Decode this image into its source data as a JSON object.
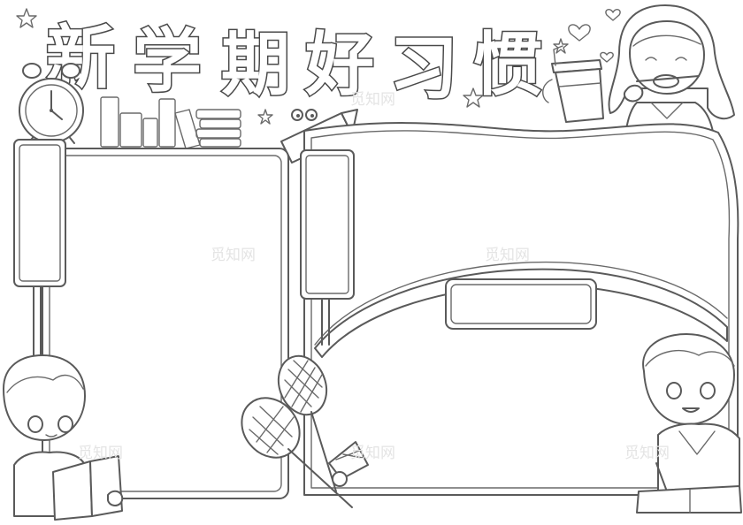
{
  "title": {
    "chars": [
      "新",
      "学",
      "期",
      "好",
      "习",
      "惯"
    ]
  },
  "watermark": "觅知网",
  "colors": {
    "line": "#5a5a5a",
    "paper": "#ffffff",
    "watermark": "#e4e4e4"
  },
  "decorations": {
    "icons": [
      "alarm-clock-icon",
      "book-stack-icon",
      "pencil-icon",
      "star-icon",
      "heart-icon",
      "cup-icon",
      "badminton-racket-icon",
      "shuttlecock-icon"
    ],
    "characters": [
      "girl-brushing-teeth",
      "boy-reading-book",
      "boy-writing"
    ]
  }
}
